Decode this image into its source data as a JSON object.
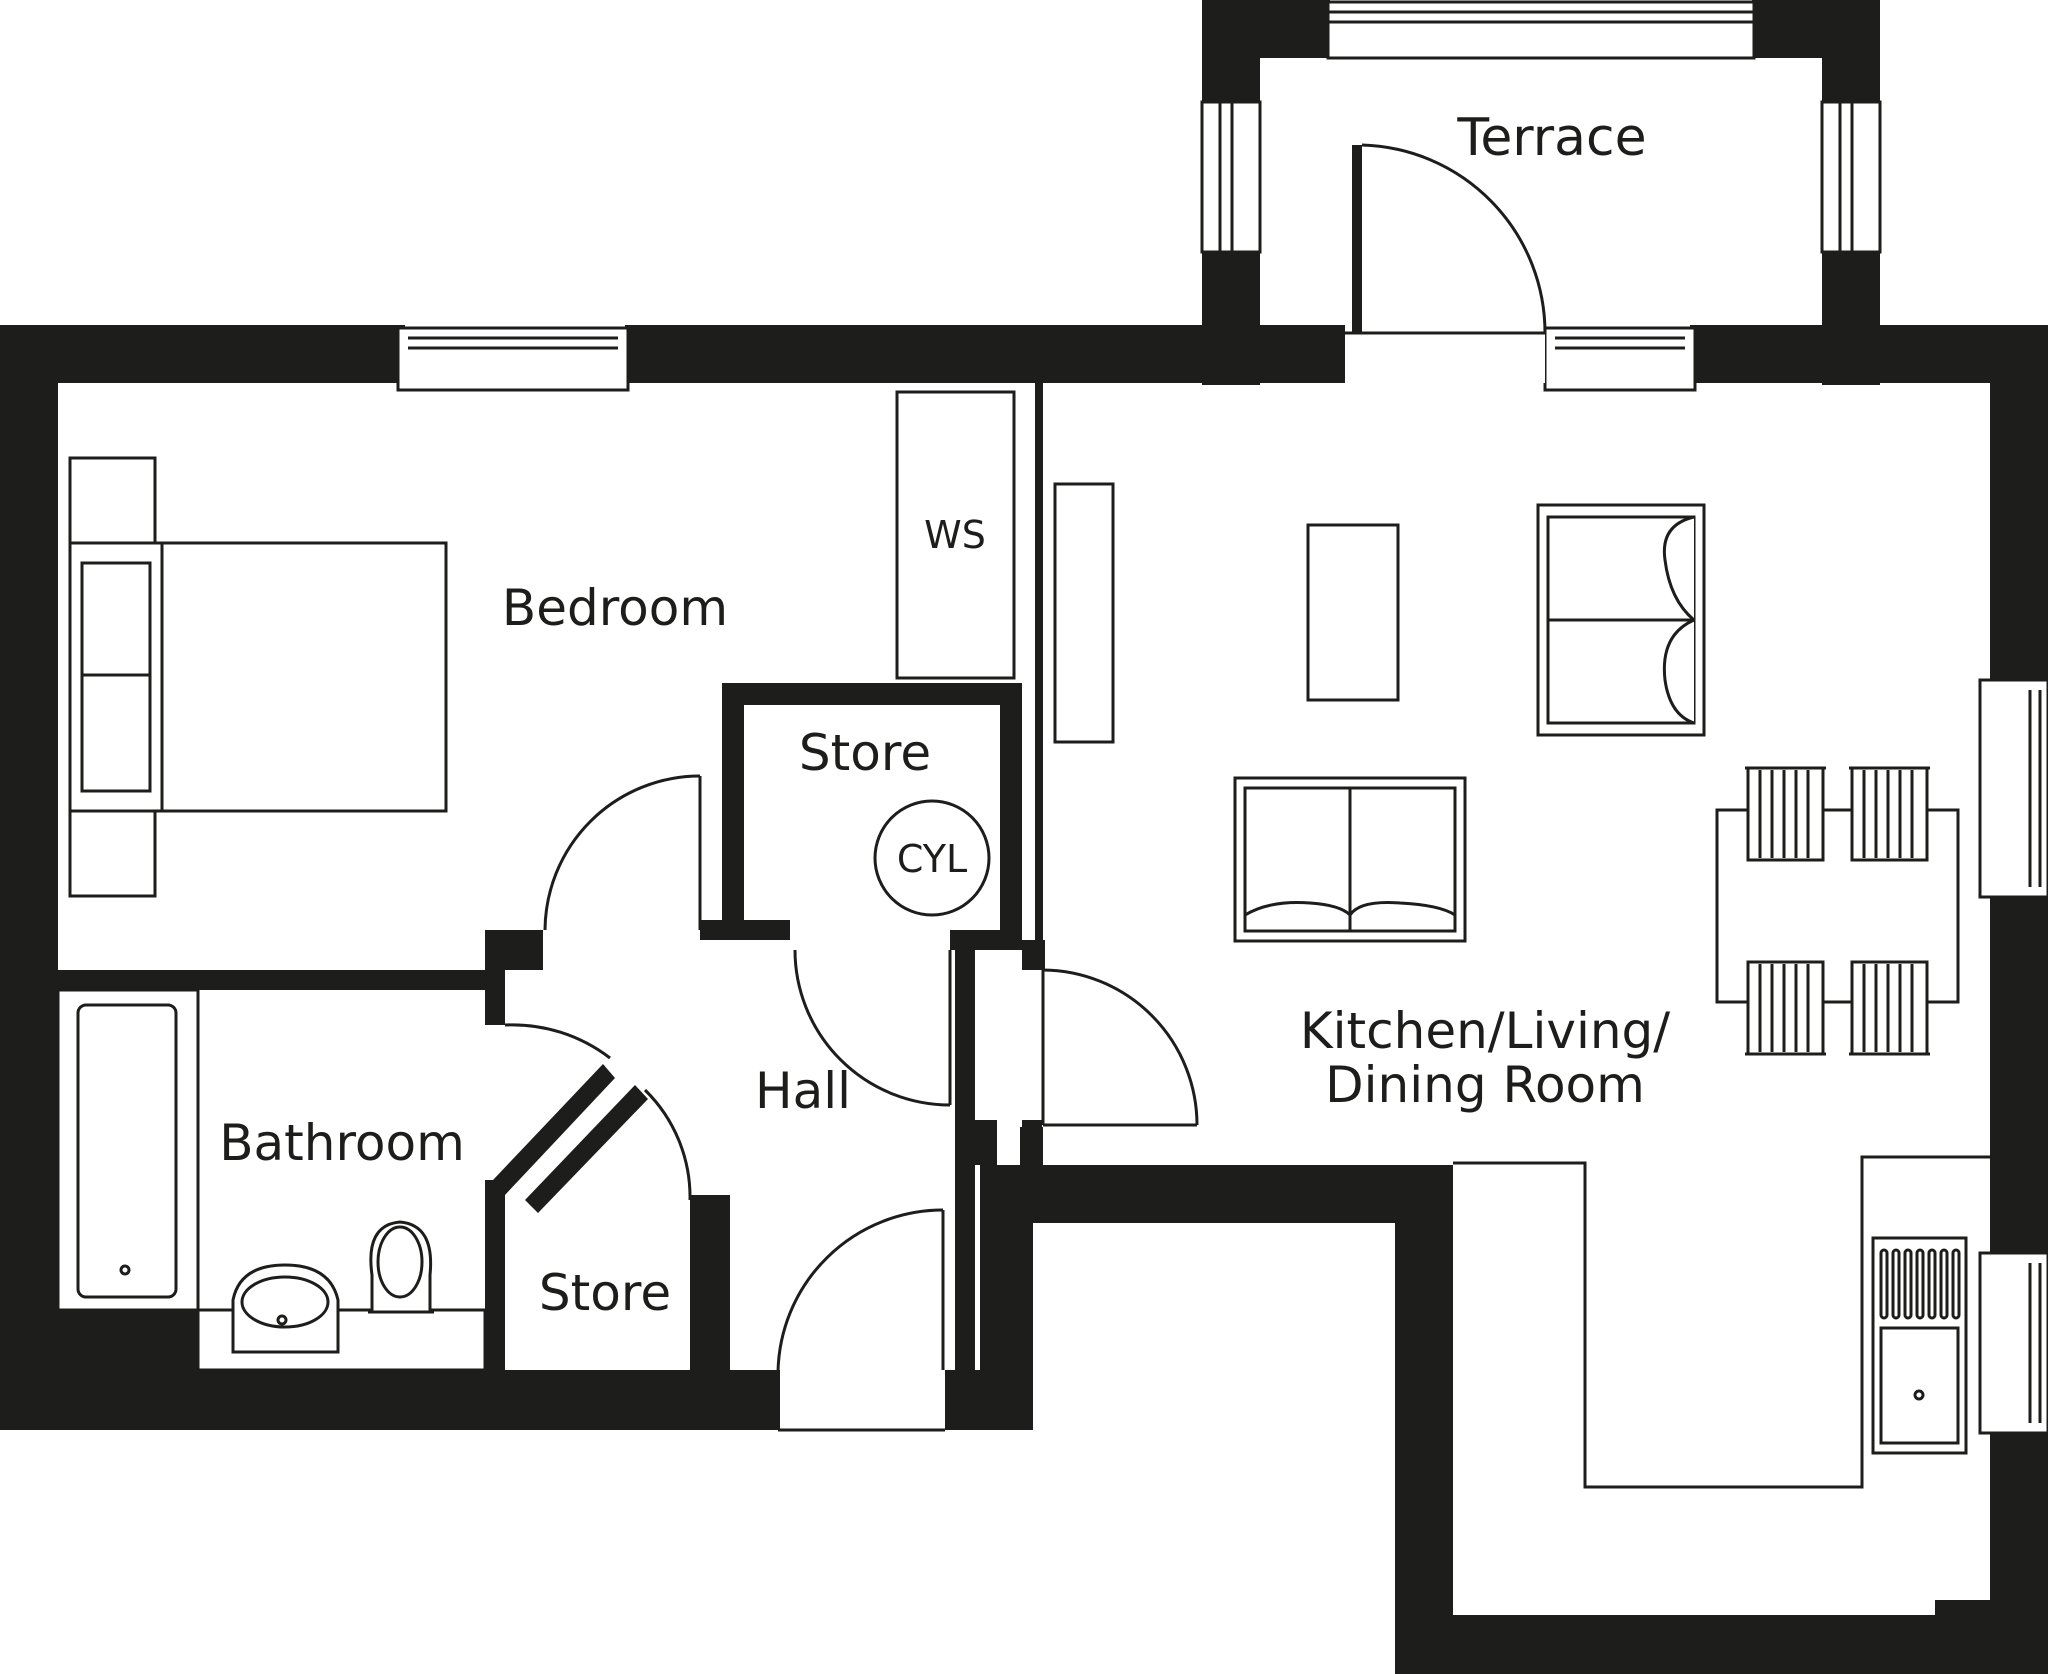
{
  "colors": {
    "wall": "#1d1d1b",
    "line": "#1d1d1b",
    "background": "#ffffff"
  },
  "rooms": {
    "terrace": "Terrace",
    "bedroom": "Bedroom",
    "wardrobe": "WS",
    "store_upper": "Store",
    "cylinder": "CYL",
    "hall": "Hall",
    "bathroom": "Bathroom",
    "store_lower": "Store",
    "kitchen_line1": "Kitchen/Living/",
    "kitchen_line2": "Dining Room"
  }
}
